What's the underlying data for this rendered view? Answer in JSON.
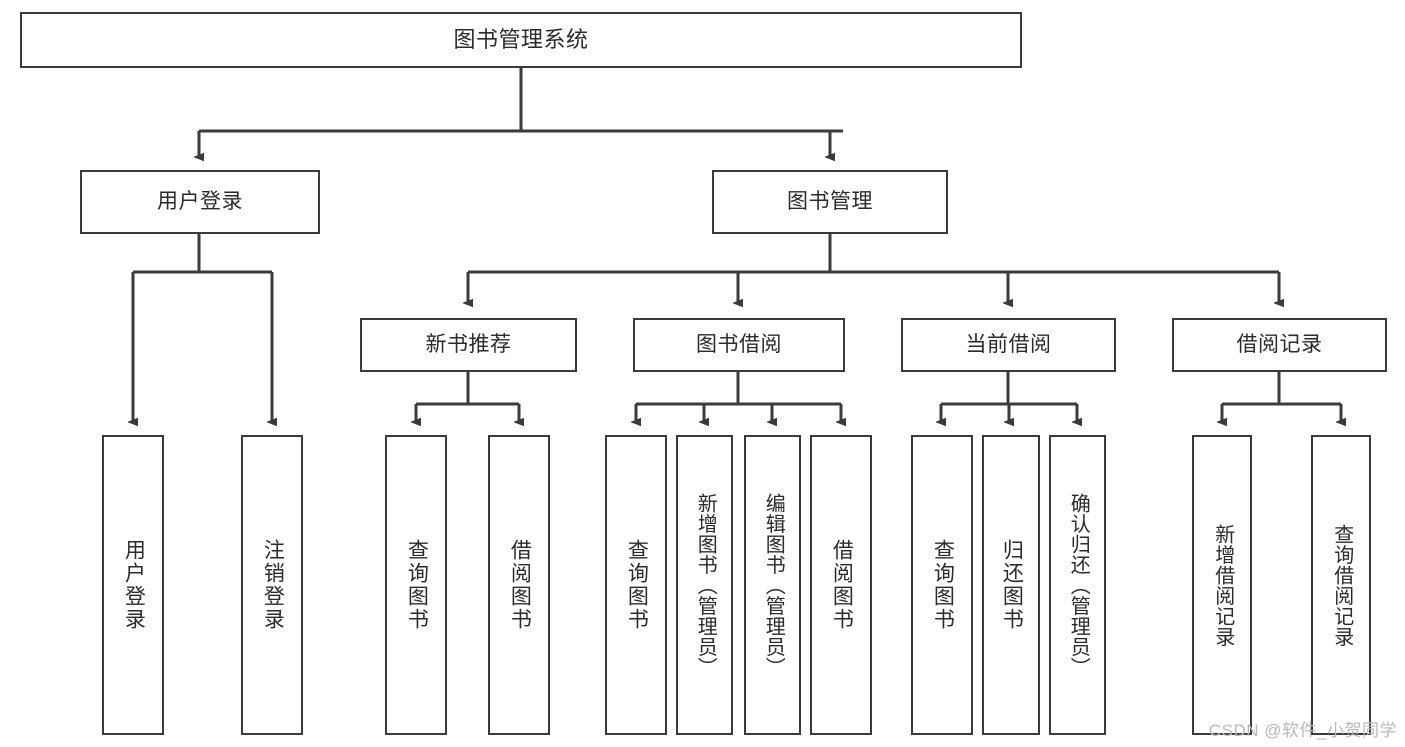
{
  "diagram": {
    "title": "图书管理系统",
    "type": "tree-structure-chart",
    "root": {
      "id": "root",
      "label": "图书管理系统"
    },
    "level2": [
      {
        "id": "user-login",
        "label": "用户登录"
      },
      {
        "id": "book-manage",
        "label": "图书管理"
      }
    ],
    "level3": [
      {
        "id": "new-book-recommend",
        "label": "新书推荐",
        "parent": "book-manage"
      },
      {
        "id": "book-borrow",
        "label": "图书借阅",
        "parent": "book-manage"
      },
      {
        "id": "current-borrow",
        "label": "当前借阅",
        "parent": "book-manage"
      },
      {
        "id": "borrow-record",
        "label": "借阅记录",
        "parent": "book-manage"
      }
    ],
    "leaves": {
      "user_login": [
        {
          "id": "leaf-user-login",
          "label": "用户登录"
        },
        {
          "id": "leaf-user-logout",
          "label": "注销登录"
        }
      ],
      "new_book_recommend": [
        {
          "id": "leaf-query-book-1",
          "label": "查询图书"
        },
        {
          "id": "leaf-borrow-book-1",
          "label": "借阅图书"
        }
      ],
      "book_borrow": [
        {
          "id": "leaf-query-book-2",
          "label": "查询图书"
        },
        {
          "id": "leaf-add-book",
          "label": "新增图书（管理员）"
        },
        {
          "id": "leaf-edit-book",
          "label": "编辑图书（管理员）"
        },
        {
          "id": "leaf-borrow-book-2",
          "label": "借阅图书"
        }
      ],
      "current_borrow": [
        {
          "id": "leaf-query-book-3",
          "label": "查询图书"
        },
        {
          "id": "leaf-return-book",
          "label": "归还图书"
        },
        {
          "id": "leaf-confirm-return",
          "label": "确认归还（管理员）"
        }
      ],
      "borrow_record": [
        {
          "id": "leaf-add-record",
          "label": "新增借阅记录"
        },
        {
          "id": "leaf-query-record",
          "label": "查询借阅记录"
        }
      ]
    }
  },
  "watermark": {
    "text": "CSDN @软件_小贺同学"
  },
  "colors": {
    "stroke": "#3b3b3b",
    "fill": "#ffffff",
    "text": "#2b2b2b",
    "watermark": "#b9b9b9"
  }
}
